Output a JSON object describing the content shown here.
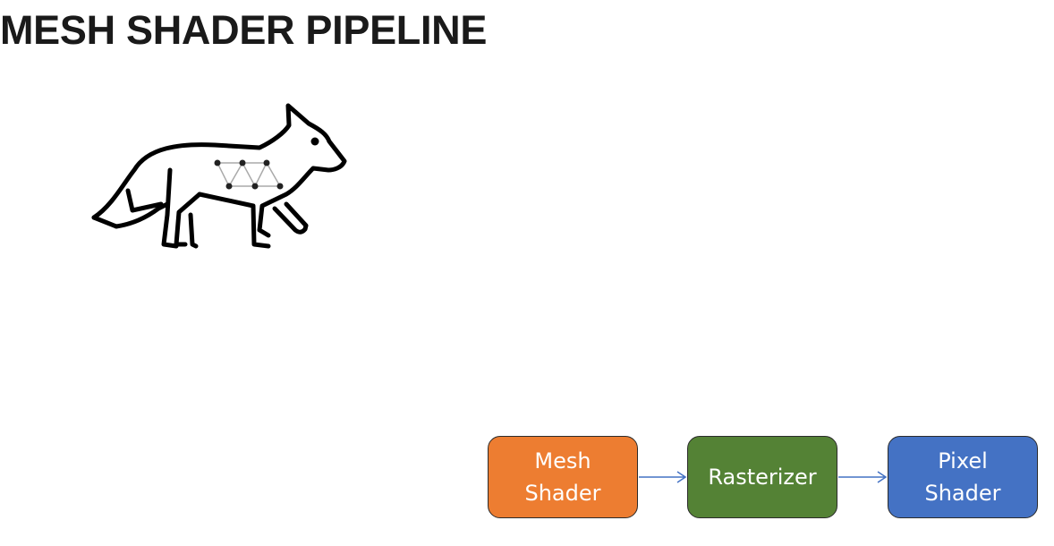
{
  "title": "MESH SHADER PIPELINE",
  "pipeline": {
    "stages": [
      {
        "label": "Mesh\nShader",
        "color": "#ED7D31"
      },
      {
        "label": "Rasterizer",
        "color": "#548235"
      },
      {
        "label": "Pixel\nShader",
        "color": "#4472C4"
      }
    ],
    "arrow_color": "#4472C4"
  }
}
